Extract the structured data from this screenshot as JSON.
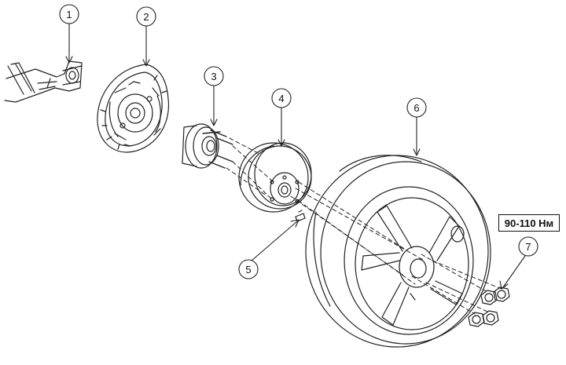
{
  "callouts": {
    "c1": "1",
    "c2": "2",
    "c3": "3",
    "c4": "4",
    "c5": "5",
    "c6": "6",
    "c7": "7"
  },
  "torque_spec": "90-110 Нм"
}
